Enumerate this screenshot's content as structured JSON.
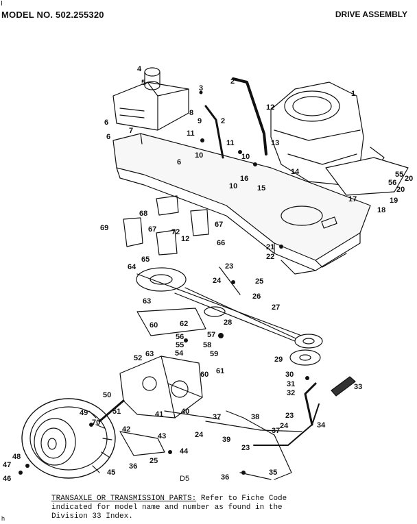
{
  "header": {
    "model": "MODEL NO. 502.255320",
    "title": "DRIVE ASSEMBLY",
    "corner_mark": "I"
  },
  "diagram": {
    "code": "D5",
    "callouts": [
      "1",
      "2",
      "2",
      "3",
      "4",
      "5",
      "6",
      "6",
      "6",
      "7",
      "8",
      "9",
      "10",
      "10",
      "10",
      "11",
      "11",
      "12",
      "12",
      "13",
      "14",
      "15",
      "16",
      "17",
      "18",
      "19",
      "20",
      "20",
      "21",
      "22",
      "23",
      "23",
      "23",
      "24",
      "24",
      "24",
      "25",
      "25",
      "26",
      "27",
      "28",
      "29",
      "30",
      "31",
      "32",
      "33",
      "34",
      "35",
      "36",
      "36",
      "37",
      "37",
      "38",
      "39",
      "40",
      "41",
      "42",
      "43",
      "44",
      "45",
      "46",
      "47",
      "48",
      "49",
      "50",
      "51",
      "52",
      "54",
      "55",
      "55",
      "56",
      "56",
      "57",
      "58",
      "59",
      "60",
      "60",
      "61",
      "62",
      "63",
      "63",
      "64",
      "65",
      "66",
      "67",
      "67",
      "68",
      "69",
      "70",
      "72"
    ]
  },
  "footer": {
    "lead": "TRANSAXLE OR TRANSMISSION PARTS:",
    "text": "Refer to Fiche Code indicated for model name and number as found in the Division 33 Index.",
    "line1": "Refer to Fiche Code",
    "line2": "indicated for model name and number as found in the",
    "line3": "Division 33 Index."
  },
  "bottom_mark": "h"
}
